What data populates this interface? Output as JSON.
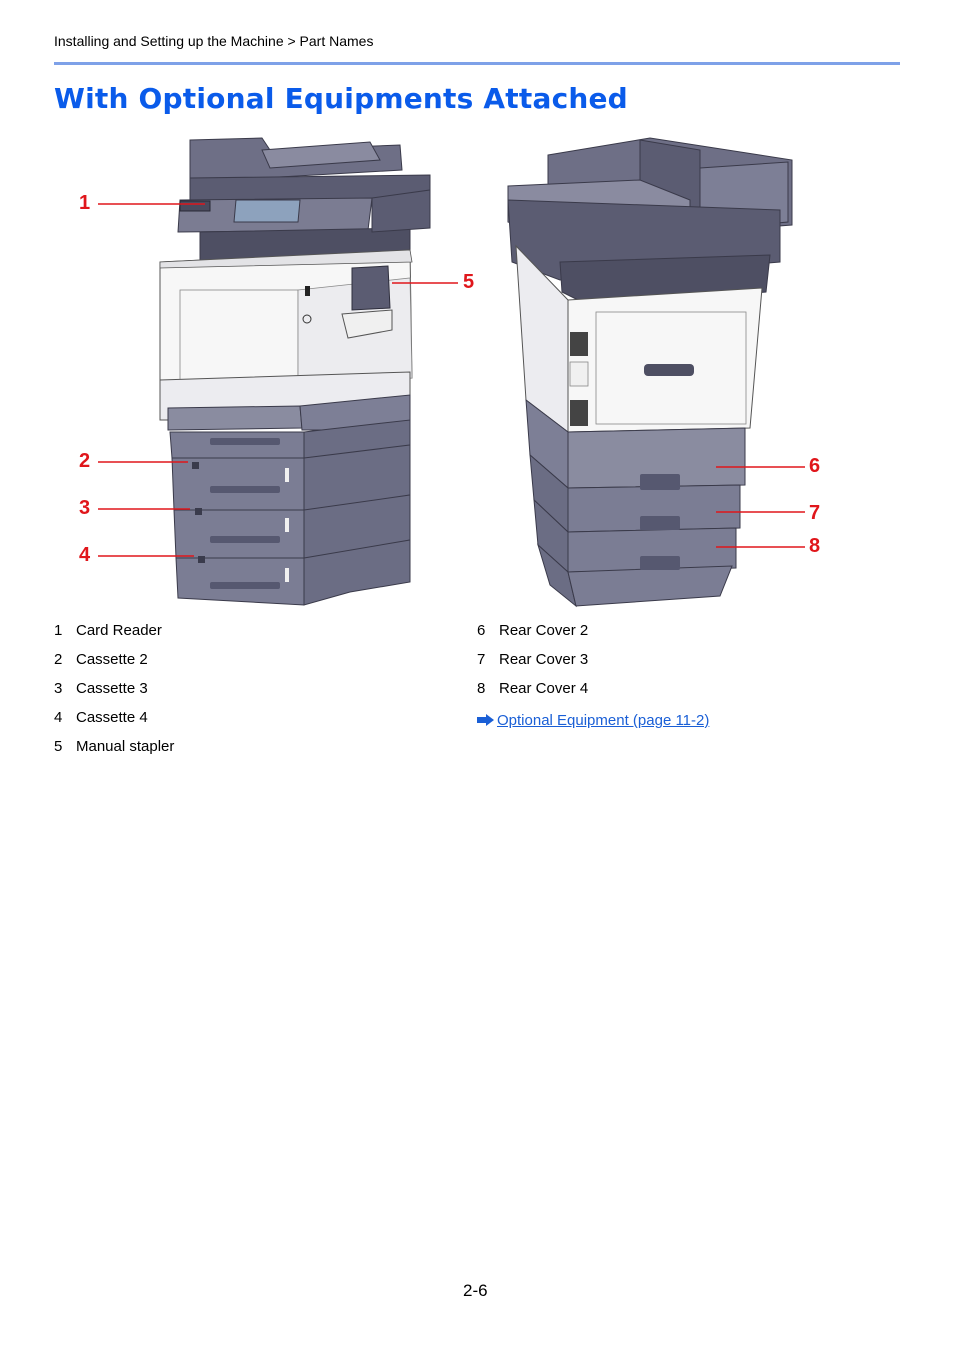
{
  "header": {
    "breadcrumb": "Installing and Setting up the Machine > Part Names",
    "rule_color": "#7ea1e8"
  },
  "title": "With Optional Equipments Attached",
  "title_color": "#0a5bea",
  "callout_color": "#e0161b",
  "callouts": [
    "1",
    "2",
    "3",
    "4",
    "5",
    "6",
    "7",
    "8"
  ],
  "legend_left": [
    {
      "num": "1",
      "label": "Card Reader"
    },
    {
      "num": "2",
      "label": "Cassette 2"
    },
    {
      "num": "3",
      "label": "Cassette 3"
    },
    {
      "num": "4",
      "label": "Cassette 4"
    },
    {
      "num": "5",
      "label": "Manual stapler"
    }
  ],
  "legend_right": [
    {
      "num": "6",
      "label": "Rear Cover 2"
    },
    {
      "num": "7",
      "label": "Rear Cover 3"
    },
    {
      "num": "8",
      "label": "Rear Cover 4"
    }
  ],
  "xref": {
    "icon": "right-arrow-icon",
    "link_text": "Optional Equipment (page 11-2)",
    "link_color": "#1a5fd6"
  },
  "footer": {
    "page_number": "2-6"
  }
}
